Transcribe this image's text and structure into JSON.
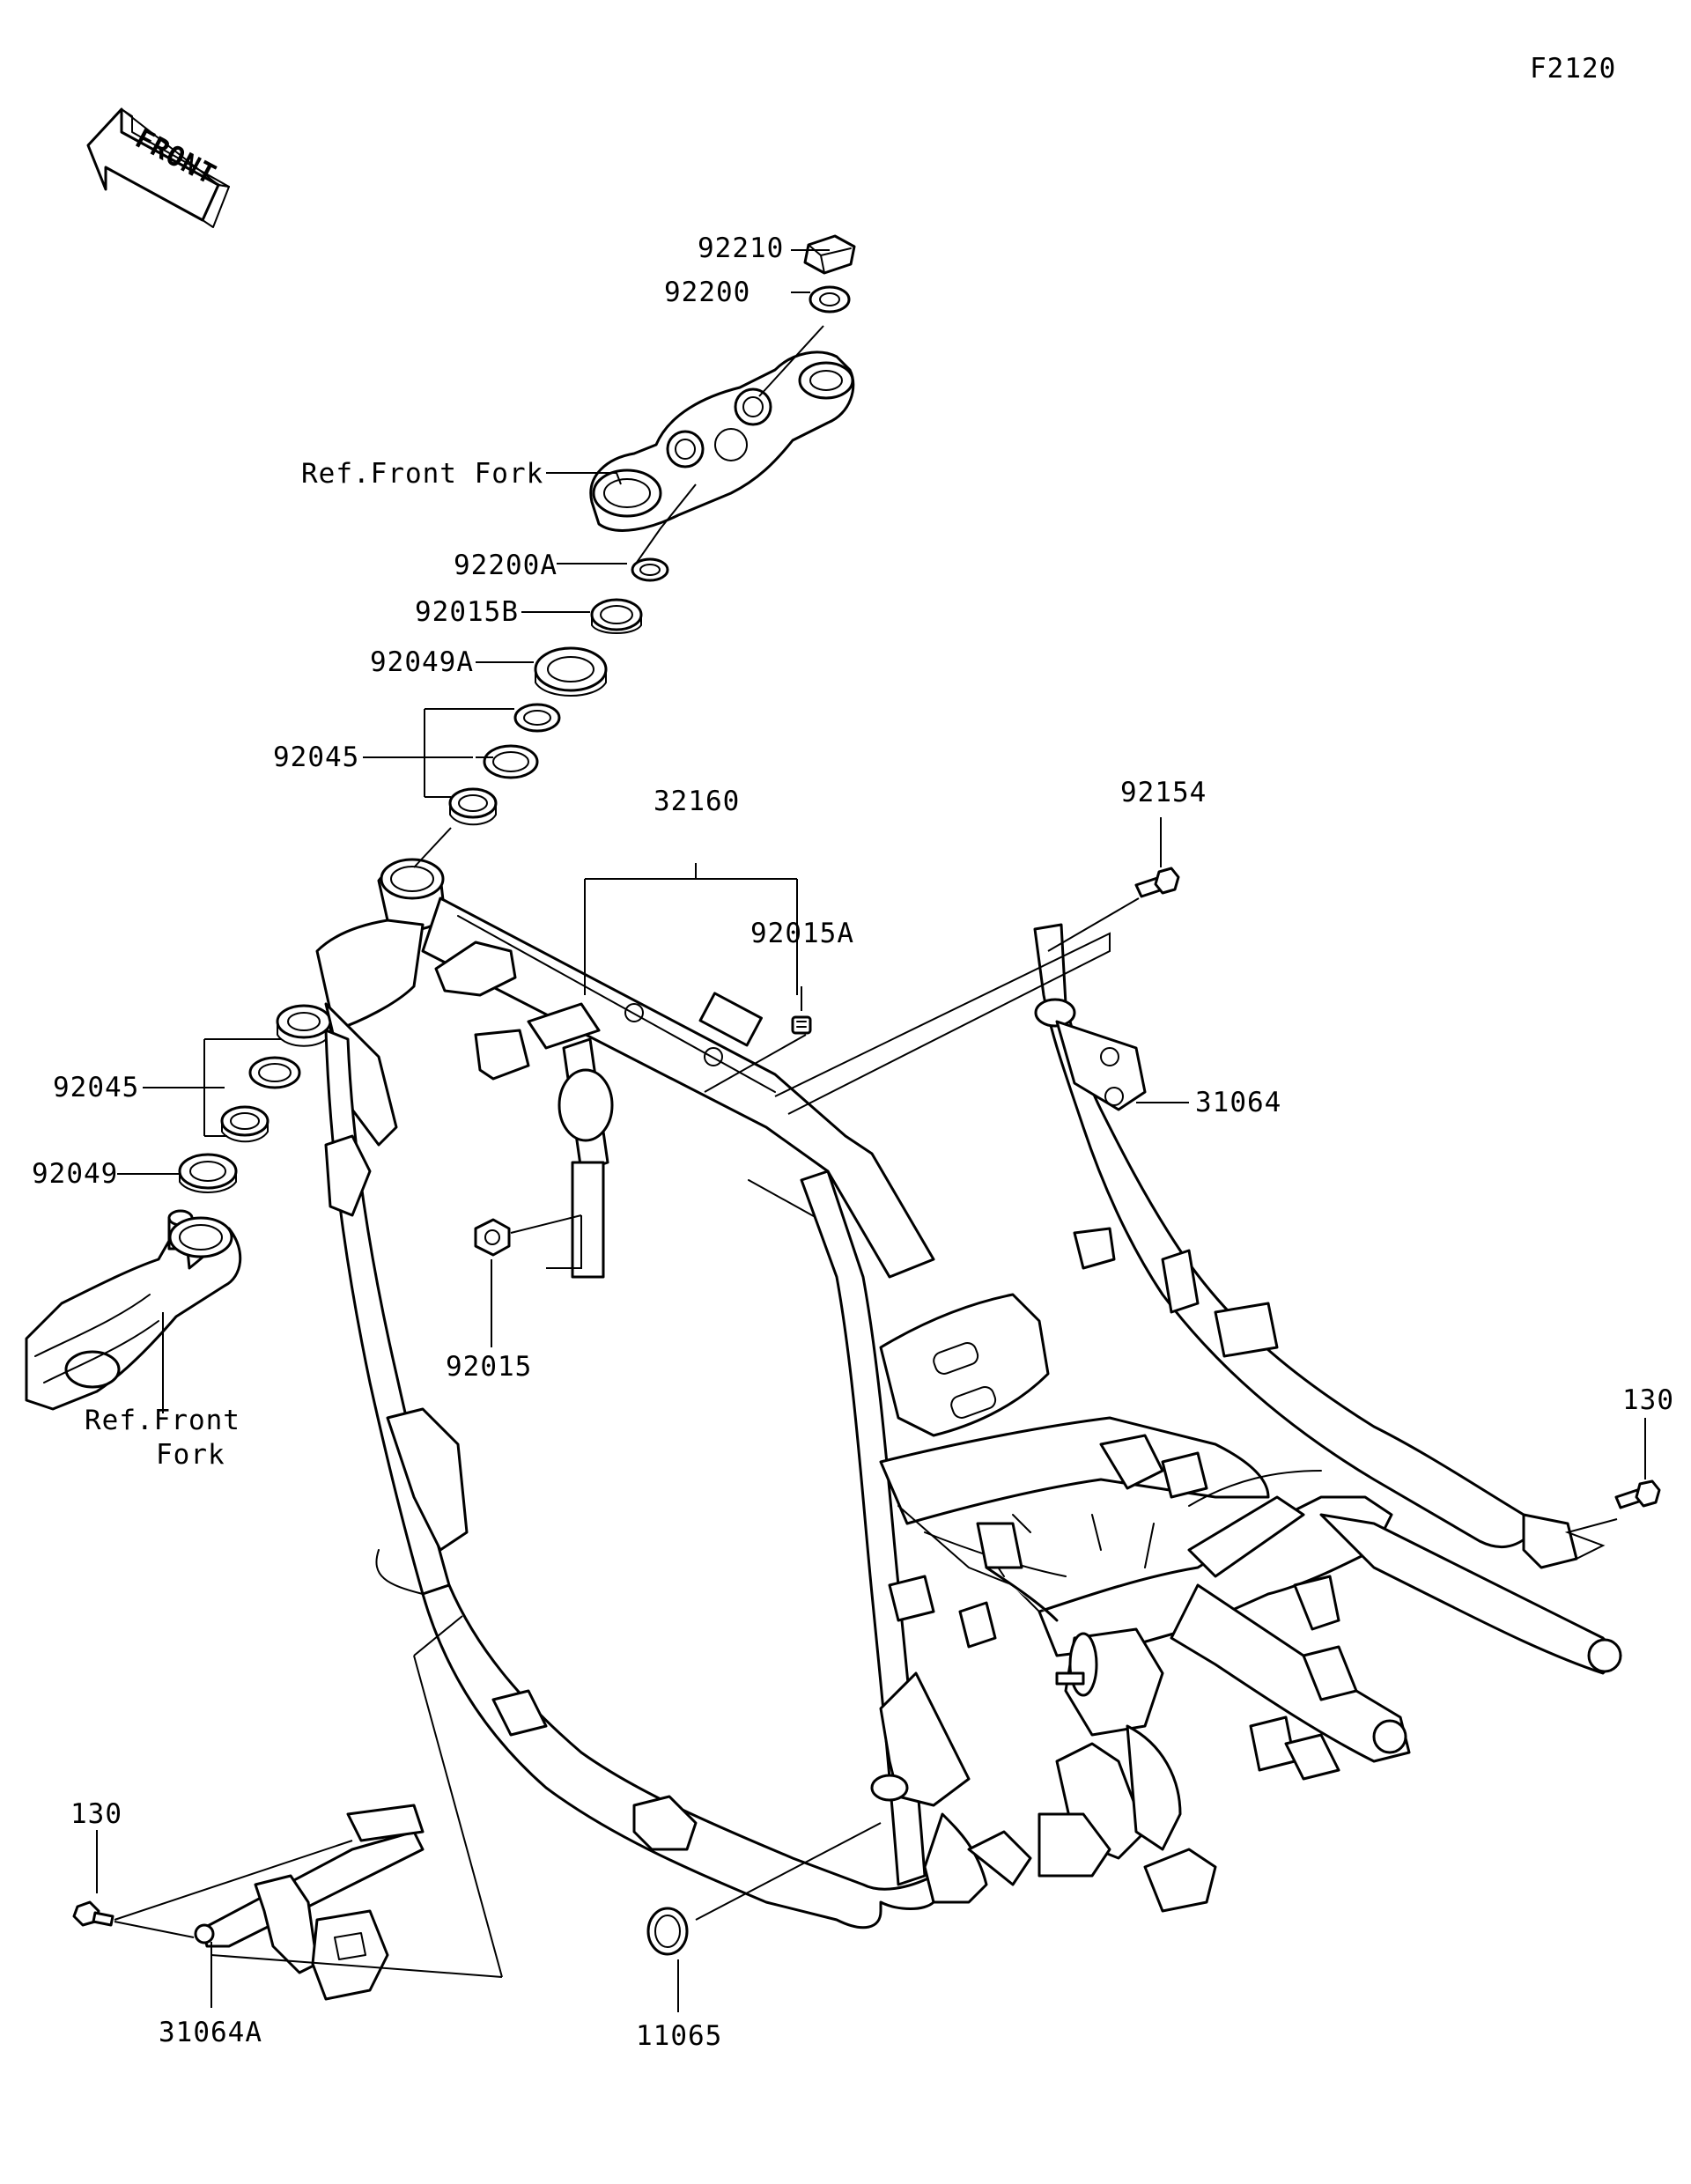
{
  "figure_code": "F2120",
  "front_marker": "FRONT",
  "callouts": {
    "c92210": "92210",
    "c92200": "92200",
    "ref_front_fork_top": "Ref.Front Fork",
    "c92200A": "92200A",
    "c92015B": "92015B",
    "c92049A": "92049A",
    "c92045_top": "92045",
    "c32160": "32160",
    "c92154": "92154",
    "c92015A": "92015A",
    "c31064": "31064",
    "c92045_bottom": "92045",
    "c92049": "92049",
    "c92015": "92015",
    "ref_front_fork_bottom_1": "Ref.Front",
    "ref_front_fork_bottom_2": "Fork",
    "c130_right": "130",
    "c130_left": "130",
    "c31064A": "31064A",
    "c11065": "11065"
  }
}
